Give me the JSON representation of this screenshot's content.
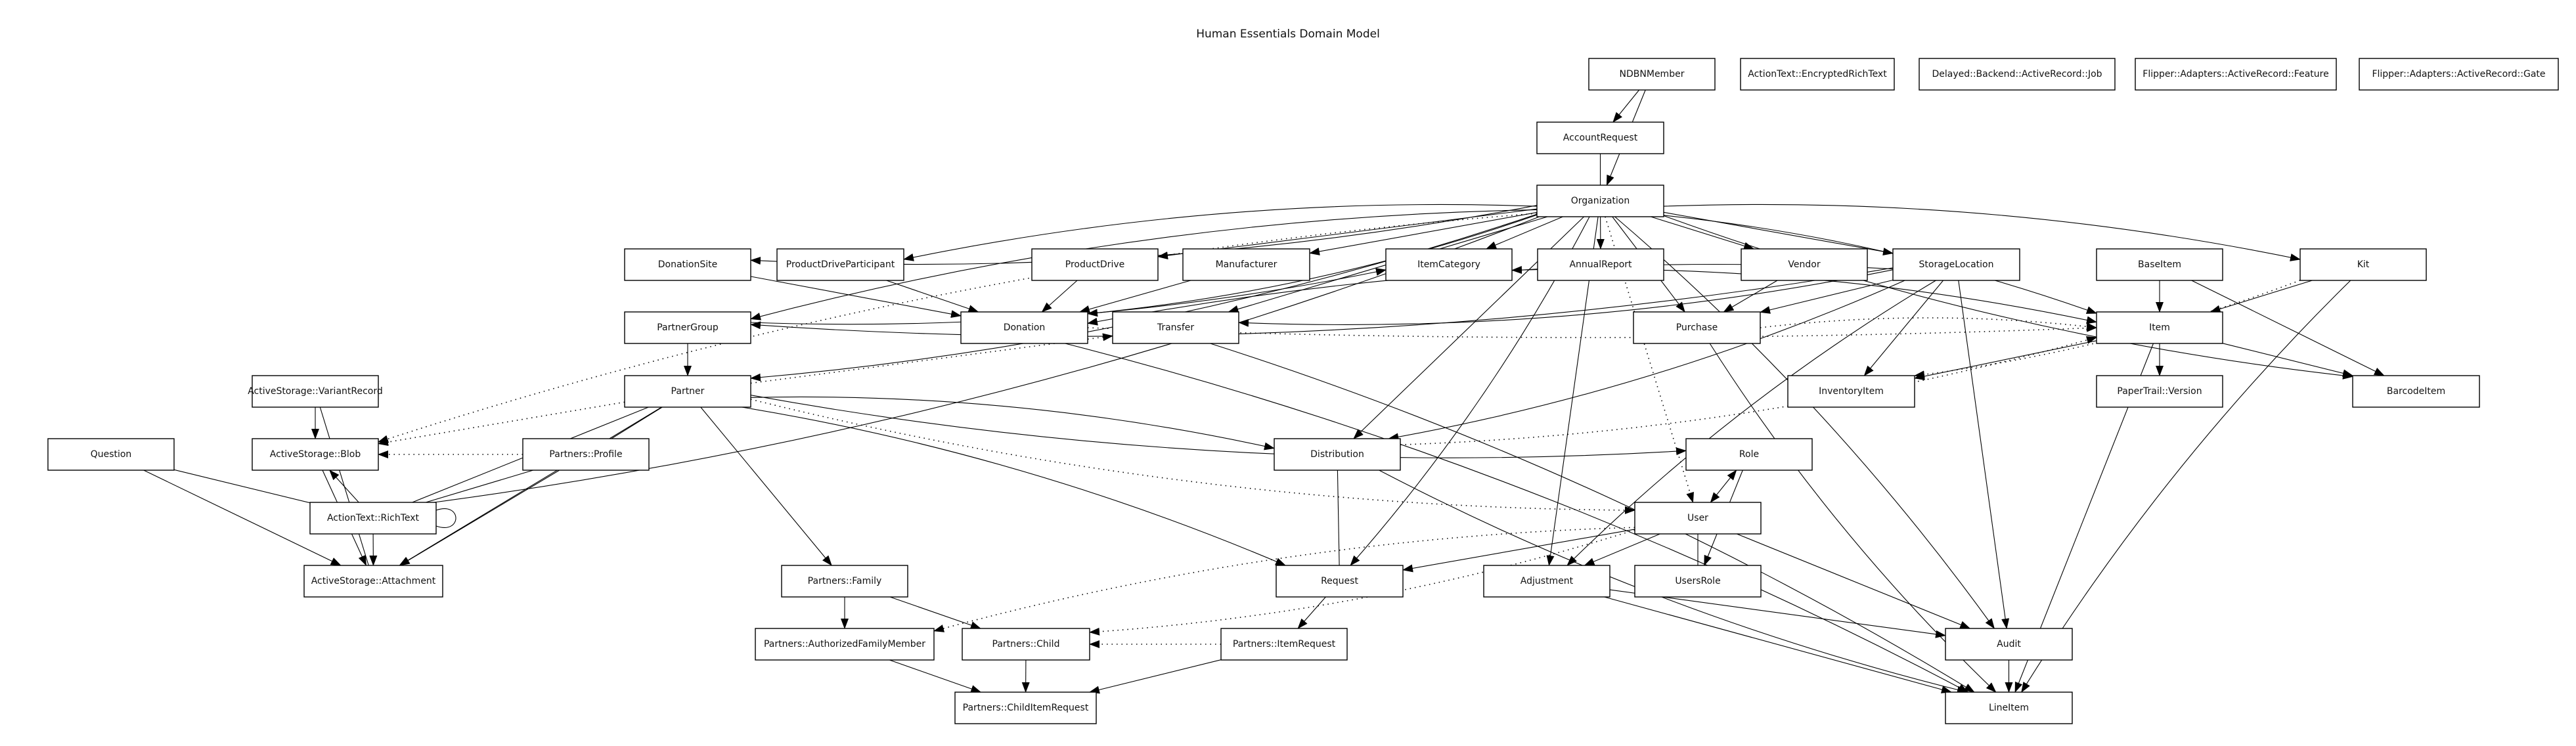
{
  "title": "Human Essentials Domain Model",
  "diagram": {
    "type": "entity-relationship",
    "nodes": [
      {
        "id": "NDBNMember",
        "label": "NDBNMember"
      },
      {
        "id": "EncryptedRichText",
        "label": "ActionText::EncryptedRichText"
      },
      {
        "id": "DelayedJob",
        "label": "Delayed::Backend::ActiveRecord::Job"
      },
      {
        "id": "FlipperFeature",
        "label": "Flipper::Adapters::ActiveRecord::Feature"
      },
      {
        "id": "FlipperGate",
        "label": "Flipper::Adapters::ActiveRecord::Gate"
      },
      {
        "id": "AccountRequest",
        "label": "AccountRequest"
      },
      {
        "id": "Organization",
        "label": "Organization"
      },
      {
        "id": "DonationSite",
        "label": "DonationSite"
      },
      {
        "id": "ProductDriveParticipant",
        "label": "ProductDriveParticipant"
      },
      {
        "id": "ProductDrive",
        "label": "ProductDrive"
      },
      {
        "id": "Manufacturer",
        "label": "Manufacturer"
      },
      {
        "id": "ItemCategory",
        "label": "ItemCategory"
      },
      {
        "id": "AnnualReport",
        "label": "AnnualReport"
      },
      {
        "id": "Vendor",
        "label": "Vendor"
      },
      {
        "id": "StorageLocation",
        "label": "StorageLocation"
      },
      {
        "id": "BaseItem",
        "label": "BaseItem"
      },
      {
        "id": "Kit",
        "label": "Kit"
      },
      {
        "id": "PartnerGroup",
        "label": "PartnerGroup"
      },
      {
        "id": "Donation",
        "label": "Donation"
      },
      {
        "id": "Transfer",
        "label": "Transfer"
      },
      {
        "id": "Purchase",
        "label": "Purchase"
      },
      {
        "id": "Item",
        "label": "Item"
      },
      {
        "id": "VariantRecord",
        "label": "ActiveStorage::VariantRecord"
      },
      {
        "id": "Partner",
        "label": "Partner"
      },
      {
        "id": "InventoryItem",
        "label": "InventoryItem"
      },
      {
        "id": "PaperTrailVersion",
        "label": "PaperTrail::Version"
      },
      {
        "id": "BarcodeItem",
        "label": "BarcodeItem"
      },
      {
        "id": "Question",
        "label": "Question"
      },
      {
        "id": "Blob",
        "label": "ActiveStorage::Blob"
      },
      {
        "id": "PartnersProfile",
        "label": "Partners::Profile"
      },
      {
        "id": "Distribution",
        "label": "Distribution"
      },
      {
        "id": "Role",
        "label": "Role"
      },
      {
        "id": "RichText",
        "label": "ActionText::RichText"
      },
      {
        "id": "User",
        "label": "User"
      },
      {
        "id": "Attachment",
        "label": "ActiveStorage::Attachment"
      },
      {
        "id": "PartnersFamily",
        "label": "Partners::Family"
      },
      {
        "id": "Request",
        "label": "Request"
      },
      {
        "id": "Adjustment",
        "label": "Adjustment"
      },
      {
        "id": "UsersRole",
        "label": "UsersRole"
      },
      {
        "id": "AuthorizedFamilyMember",
        "label": "Partners::AuthorizedFamilyMember"
      },
      {
        "id": "PartnersChild",
        "label": "Partners::Child"
      },
      {
        "id": "PartnersItemRequest",
        "label": "Partners::ItemRequest"
      },
      {
        "id": "Audit",
        "label": "Audit"
      },
      {
        "id": "ChildItemRequest",
        "label": "Partners::ChildItemRequest"
      },
      {
        "id": "LineItem",
        "label": "LineItem"
      }
    ],
    "edges": [
      {
        "from": "NDBNMember",
        "to": "AccountRequest",
        "style": "solid",
        "arrow": "end"
      },
      {
        "from": "NDBNMember",
        "to": "Organization",
        "style": "solid",
        "arrow": "end"
      },
      {
        "from": "AccountRequest",
        "to": "Organization",
        "style": "solid",
        "arrow": "none"
      },
      {
        "from": "Organization",
        "to": "DonationSite",
        "style": "solid",
        "arrow": "end"
      },
      {
        "from": "Organization",
        "to": "ProductDriveParticipant",
        "style": "solid",
        "arrow": "end"
      },
      {
        "from": "Organization",
        "to": "ProductDrive",
        "style": "solid",
        "arrow": "end"
      },
      {
        "from": "Organization",
        "to": "Manufacturer",
        "style": "solid",
        "arrow": "end"
      },
      {
        "from": "Organization",
        "to": "ItemCategory",
        "style": "solid",
        "arrow": "end"
      },
      {
        "from": "Organization",
        "to": "AnnualReport",
        "style": "solid",
        "arrow": "end"
      },
      {
        "from": "Organization",
        "to": "Vendor",
        "style": "solid",
        "arrow": "end"
      },
      {
        "from": "Organization",
        "to": "StorageLocation",
        "style": "solid",
        "arrow": "end"
      },
      {
        "from": "Organization",
        "to": "Kit",
        "style": "solid",
        "arrow": "end"
      },
      {
        "from": "Organization",
        "to": "BarcodeItem",
        "style": "solid",
        "arrow": "end"
      },
      {
        "from": "Organization",
        "to": "Donation",
        "style": "solid",
        "arrow": "end"
      },
      {
        "from": "Organization",
        "to": "Purchase",
        "style": "solid",
        "arrow": "end"
      },
      {
        "from": "Organization",
        "to": "Item",
        "style": "solid",
        "arrow": "end"
      },
      {
        "from": "Organization",
        "to": "PartnerGroup",
        "style": "solid",
        "arrow": "end"
      },
      {
        "from": "Organization",
        "to": "Partner",
        "style": "solid",
        "arrow": "end"
      },
      {
        "from": "Organization",
        "to": "Distribution",
        "style": "solid",
        "arrow": "end"
      },
      {
        "from": "Organization",
        "to": "Request",
        "style": "solid",
        "arrow": "end"
      },
      {
        "from": "Organization",
        "to": "Adjustment",
        "style": "solid",
        "arrow": "end"
      },
      {
        "from": "Organization",
        "to": "Audit",
        "style": "solid",
        "arrow": "end"
      },
      {
        "from": "Organization",
        "to": "Transfer",
        "style": "solid",
        "arrow": "end"
      },
      {
        "from": "Organization",
        "to": "User",
        "style": "dotted",
        "arrow": "end"
      },
      {
        "from": "DonationSite",
        "to": "Donation",
        "style": "solid",
        "arrow": "end"
      },
      {
        "from": "ProductDriveParticipant",
        "to": "Donation",
        "style": "solid",
        "arrow": "end"
      },
      {
        "from": "ProductDrive",
        "to": "Donation",
        "style": "solid",
        "arrow": "end"
      },
      {
        "from": "Manufacturer",
        "to": "Donation",
        "style": "solid",
        "arrow": "end"
      },
      {
        "from": "StorageLocation",
        "to": "Donation",
        "style": "solid",
        "arrow": "end"
      },
      {
        "from": "StorageLocation",
        "to": "Transfer",
        "style": "solid",
        "arrow": "end"
      },
      {
        "from": "StorageLocation",
        "to": "Purchase",
        "style": "solid",
        "arrow": "end"
      },
      {
        "from": "StorageLocation",
        "to": "InventoryItem",
        "style": "solid",
        "arrow": "end"
      },
      {
        "from": "StorageLocation",
        "to": "Adjustment",
        "style": "solid",
        "arrow": "end"
      },
      {
        "from": "StorageLocation",
        "to": "Distribution",
        "style": "solid",
        "arrow": "end"
      },
      {
        "from": "StorageLocation",
        "to": "Audit",
        "style": "solid",
        "arrow": "end"
      },
      {
        "from": "StorageLocation",
        "to": "PartnerGroup",
        "style": "solid",
        "arrow": "end"
      },
      {
        "from": "Vendor",
        "to": "Purchase",
        "style": "solid",
        "arrow": "end"
      },
      {
        "from": "ItemCategory",
        "to": "Item",
        "style": "solid",
        "arrow": "both"
      },
      {
        "from": "PartnerGroup",
        "to": "ItemCategory",
        "style": "solid",
        "arrow": "end"
      },
      {
        "from": "BaseItem",
        "to": "Item",
        "style": "solid",
        "arrow": "end"
      },
      {
        "from": "BaseItem",
        "to": "BarcodeItem",
        "style": "solid",
        "arrow": "end"
      },
      {
        "from": "Kit",
        "to": "Item",
        "style": "solid",
        "arrow": "end"
      },
      {
        "from": "Kit",
        "to": "LineItem",
        "style": "solid",
        "arrow": "end"
      },
      {
        "from": "Kit",
        "to": "InventoryItem",
        "style": "dotted",
        "arrow": "end"
      },
      {
        "from": "Item",
        "to": "InventoryItem",
        "style": "solid",
        "arrow": "end"
      },
      {
        "from": "Item",
        "to": "PaperTrailVersion",
        "style": "solid",
        "arrow": "end"
      },
      {
        "from": "Item",
        "to": "BarcodeItem",
        "style": "solid",
        "arrow": "end"
      },
      {
        "from": "Item",
        "to": "LineItem",
        "style": "solid",
        "arrow": "end"
      },
      {
        "from": "Donation",
        "to": "Item",
        "style": "dotted",
        "arrow": "end"
      },
      {
        "from": "Purchase",
        "to": "Item",
        "style": "dotted",
        "arrow": "end"
      },
      {
        "from": "Distribution",
        "to": "Item",
        "style": "dotted",
        "arrow": "end"
      },
      {
        "from": "Donation",
        "to": "LineItem",
        "style": "solid",
        "arrow": "end"
      },
      {
        "from": "Purchase",
        "to": "LineItem",
        "style": "solid",
        "arrow": "end"
      },
      {
        "from": "Transfer",
        "to": "LineItem",
        "style": "solid",
        "arrow": "end"
      },
      {
        "from": "Distribution",
        "to": "LineItem",
        "style": "solid",
        "arrow": "end"
      },
      {
        "from": "Adjustment",
        "to": "LineItem",
        "style": "solid",
        "arrow": "end"
      },
      {
        "from": "Adjustment",
        "to": "Audit",
        "style": "solid",
        "arrow": "end"
      },
      {
        "from": "Audit",
        "to": "LineItem",
        "style": "solid",
        "arrow": "end"
      },
      {
        "from": "PartnerGroup",
        "to": "Partner",
        "style": "solid",
        "arrow": "end"
      },
      {
        "from": "Partner",
        "to": "Distribution",
        "style": "solid",
        "arrow": "end"
      },
      {
        "from": "Partner",
        "to": "Role",
        "style": "solid",
        "arrow": "end"
      },
      {
        "from": "Partner",
        "to": "Request",
        "style": "solid",
        "arrow": "end"
      },
      {
        "from": "Partner",
        "to": "PartnersFamily",
        "style": "solid",
        "arrow": "end"
      },
      {
        "from": "Partner",
        "to": "PartnersProfile",
        "style": "solid",
        "arrow": "none"
      },
      {
        "from": "Partner",
        "to": "Attachment",
        "style": "solid",
        "arrow": "end"
      },
      {
        "from": "Partner",
        "to": "Blob",
        "style": "dotted",
        "arrow": "end"
      },
      {
        "from": "Partner",
        "to": "User",
        "style": "dotted",
        "arrow": "end"
      },
      {
        "from": "Partner",
        "to": "Transfer",
        "style": "dotted",
        "arrow": "end"
      },
      {
        "from": "Distribution",
        "to": "Request",
        "style": "solid",
        "arrow": "none"
      },
      {
        "from": "Role",
        "to": "User",
        "style": "solid",
        "arrow": "both"
      },
      {
        "from": "Role",
        "to": "UsersRole",
        "style": "solid",
        "arrow": "end"
      },
      {
        "from": "User",
        "to": "UsersRole",
        "style": "solid",
        "arrow": "none"
      },
      {
        "from": "User",
        "to": "Adjustment",
        "style": "solid",
        "arrow": "end"
      },
      {
        "from": "User",
        "to": "Request",
        "style": "solid",
        "arrow": "end"
      },
      {
        "from": "User",
        "to": "Audit",
        "style": "solid",
        "arrow": "end"
      },
      {
        "from": "User",
        "to": "PartnersChild",
        "style": "dotted",
        "arrow": "end"
      },
      {
        "from": "User",
        "to": "AuthorizedFamilyMember",
        "style": "dotted",
        "arrow": "end"
      },
      {
        "from": "Request",
        "to": "PartnersItemRequest",
        "style": "solid",
        "arrow": "end"
      },
      {
        "from": "PartnersFamily",
        "to": "AuthorizedFamilyMember",
        "style": "solid",
        "arrow": "end"
      },
      {
        "from": "PartnersFamily",
        "to": "PartnersChild",
        "style": "solid",
        "arrow": "end"
      },
      {
        "from": "PartnersItemRequest",
        "to": "PartnersChild",
        "style": "dotted",
        "arrow": "end"
      },
      {
        "from": "AuthorizedFamilyMember",
        "to": "ChildItemRequest",
        "style": "solid",
        "arrow": "end"
      },
      {
        "from": "PartnersChild",
        "to": "ChildItemRequest",
        "style": "solid",
        "arrow": "end"
      },
      {
        "from": "PartnersItemRequest",
        "to": "ChildItemRequest",
        "style": "solid",
        "arrow": "end"
      },
      {
        "from": "VariantRecord",
        "to": "Blob",
        "style": "solid",
        "arrow": "end"
      },
      {
        "from": "VariantRecord",
        "to": "Attachment",
        "style": "solid",
        "arrow": "none"
      },
      {
        "from": "RichText",
        "to": "Blob",
        "style": "solid",
        "arrow": "end"
      },
      {
        "from": "RichText",
        "to": "Attachment",
        "style": "solid",
        "arrow": "end"
      },
      {
        "from": "RichText",
        "to": "RichText",
        "style": "solid",
        "arrow": "none"
      },
      {
        "from": "Question",
        "to": "RichText",
        "style": "solid",
        "arrow": "none"
      },
      {
        "from": "Question",
        "to": "Attachment",
        "style": "solid",
        "arrow": "end"
      },
      {
        "from": "Blob",
        "to": "Attachment",
        "style": "solid",
        "arrow": "end"
      },
      {
        "from": "PartnersProfile",
        "to": "Blob",
        "style": "dotted",
        "arrow": "end"
      },
      {
        "from": "PartnersProfile",
        "to": "RichText",
        "style": "solid",
        "arrow": "none"
      },
      {
        "from": "PartnersProfile",
        "to": "Attachment",
        "style": "solid",
        "arrow": "end"
      },
      {
        "from": "Partner",
        "to": "RichText",
        "style": "solid",
        "arrow": "none"
      },
      {
        "from": "Organization",
        "to": "Blob",
        "style": "dotted",
        "arrow": "end"
      },
      {
        "from": "Organization",
        "to": "RichText",
        "style": "solid",
        "arrow": "none"
      }
    ]
  }
}
